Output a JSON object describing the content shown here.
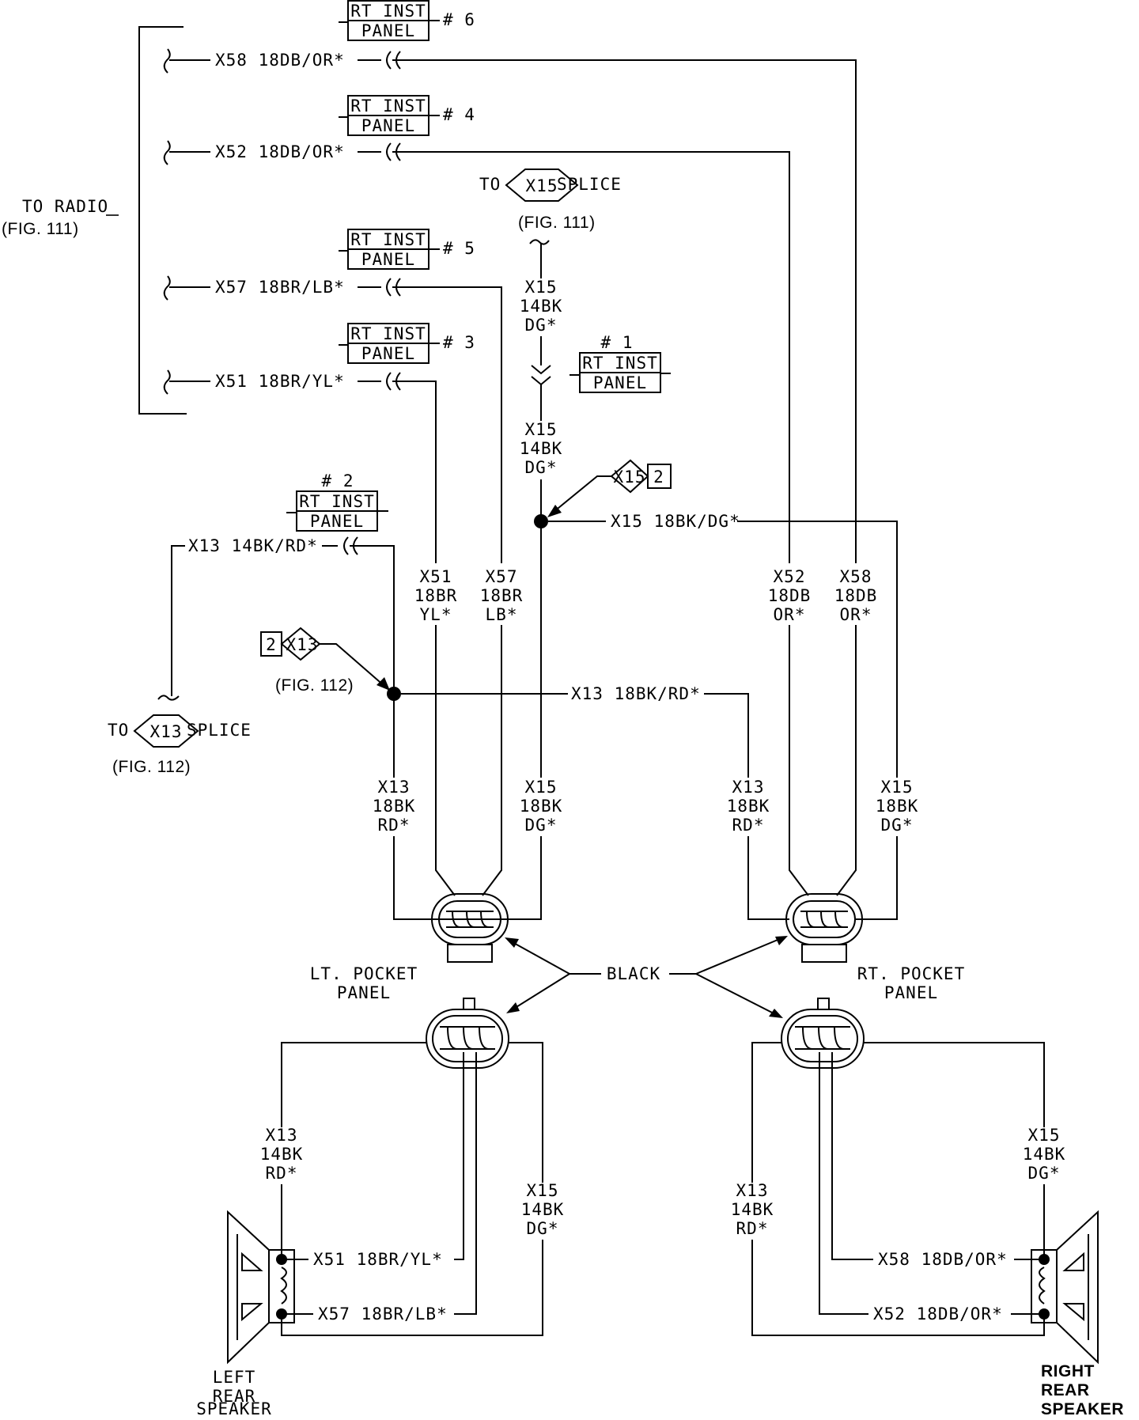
{
  "radio": {
    "line1": "TO RADIO",
    "line2": "(FIG. 111)"
  },
  "x15_splice_top": {
    "to": "TO",
    "code": "X15",
    "splice": "SPLICE",
    "fig": "(FIG. 111)"
  },
  "x13_splice_bottom": {
    "to": "TO",
    "code": "X13",
    "splice": "SPLICE",
    "fig": "(FIG. 112)"
  },
  "rt_inst_panel": {
    "line1": "RT INST",
    "line2": "PANEL",
    "pin6": "# 6",
    "pin4": "# 4",
    "pin5": "# 5",
    "pin3": "# 3",
    "pin1": "# 1",
    "pin2": "# 2"
  },
  "radio_wires": {
    "x58": "X58 18DB/OR*",
    "x52": "X52 18DB/OR*",
    "x57": "X57 18BR/LB*",
    "x51": "X51 18BR/YL*",
    "x13": "X13 14BK/RD*"
  },
  "x15_vertical": {
    "a": "X15",
    "b": "14BK",
    "c": "DG*"
  },
  "x15_badge": {
    "code": "X15",
    "num": "2"
  },
  "x13_badge": {
    "num": "2",
    "code": "X13",
    "fig": "(FIG. 112)"
  },
  "branch_labels": {
    "x15_dg": "X15 18BK/DG*",
    "x13_rd": "X13 18BK/RD*"
  },
  "wire_stacks": {
    "x51": [
      "X51",
      "18BR",
      "YL*"
    ],
    "x57": [
      "X57",
      "18BR",
      "LB*"
    ],
    "x52": [
      "X52",
      "18DB",
      "OR*"
    ],
    "x58": [
      "X58",
      "18DB",
      "OR*"
    ],
    "x13_18": [
      "X13",
      "18BK",
      "RD*"
    ],
    "x15_18": [
      "X15",
      "18BK",
      "DG*"
    ],
    "x13_14": [
      "X13",
      "14BK",
      "RD*"
    ],
    "x15_14": [
      "X15",
      "14BK",
      "DG*"
    ]
  },
  "connectors": {
    "lt_pocket": [
      "LT. POCKET",
      "PANEL"
    ],
    "rt_pocket": [
      "RT. POCKET",
      "PANEL"
    ],
    "color": "BLACK"
  },
  "speakers": {
    "left": [
      "LEFT",
      "REAR",
      "SPEAKER"
    ],
    "right": [
      "RIGHT",
      "REAR",
      "SPEAKER"
    ],
    "left_x51": "X51 18BR/YL*",
    "left_x57": "X57 18BR/LB*",
    "right_x58": "X58 18DB/OR*",
    "right_x52": "X52 18DB/OR*"
  }
}
